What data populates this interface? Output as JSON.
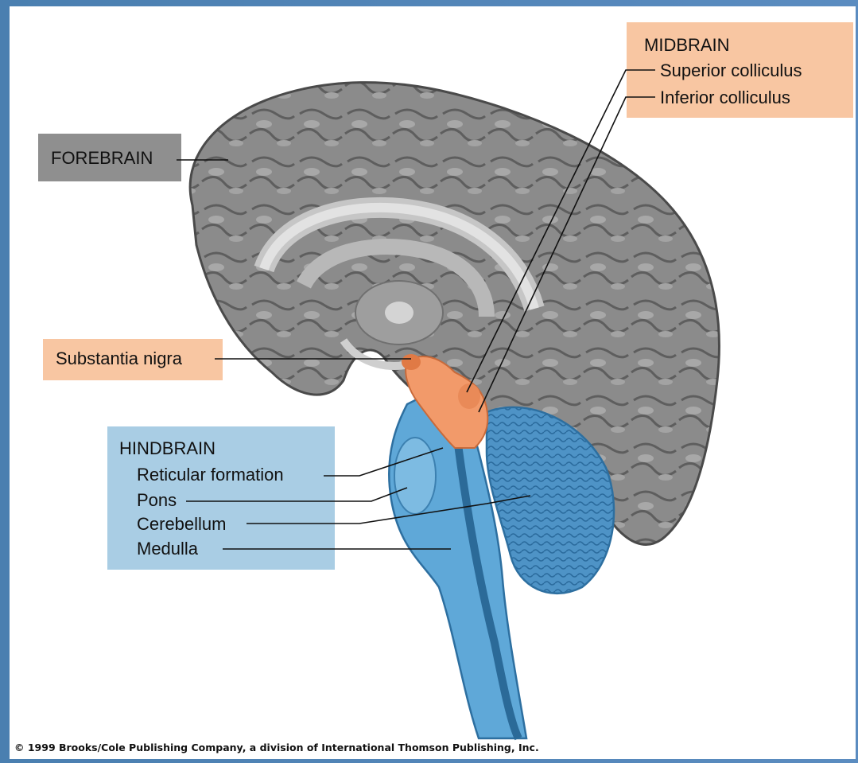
{
  "labels": {
    "forebrain": "FOREBRAIN",
    "midbrain": "MIDBRAIN",
    "superior_colliculus": "Superior colliculus",
    "inferior_colliculus": "Inferior colliculus",
    "substantia_nigra": "Substantia nigra",
    "hindbrain": "HINDBRAIN",
    "reticular_formation": "Reticular formation",
    "pons": "Pons",
    "cerebellum": "Cerebellum",
    "medulla": "Medulla"
  },
  "copyright": "© 1999 Brooks/Cole Publishing Company, a division of International Thomson Publishing, Inc.",
  "colors": {
    "forebrain_box": "#8f8f8f",
    "midbrain_box": "#f8c6a2",
    "hindbrain_box": "#a9cde4",
    "cortex": "#8a8a8a",
    "midbrain_tissue": "#f29a6a",
    "hindbrain_tissue": "#5fa8d8",
    "frame": "#4a7fb0"
  }
}
